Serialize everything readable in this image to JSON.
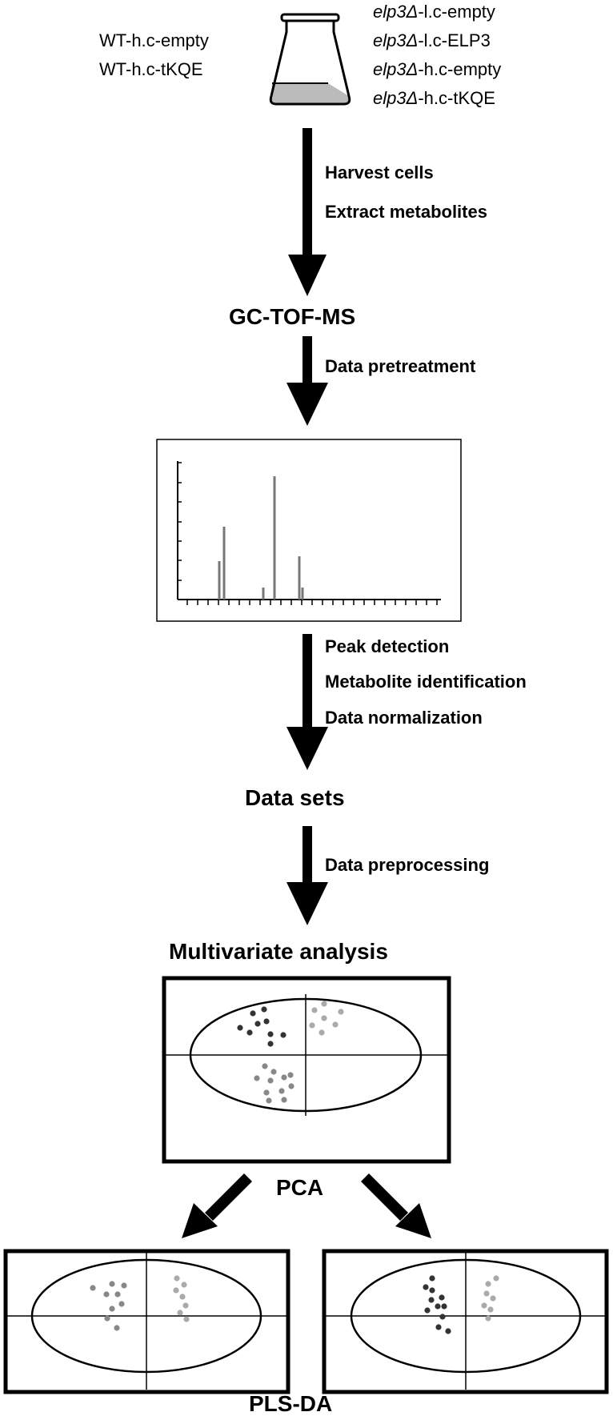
{
  "strains": {
    "left": [
      "WT-h.c-empty",
      "WT-h.c-tKQE"
    ],
    "right": [
      {
        "italic": "elp3Δ",
        "rest": "-l.c-empty"
      },
      {
        "italic": "elp3Δ",
        "rest": "-l.c-ELP3"
      },
      {
        "italic": "elp3Δ",
        "rest": "-h.c-empty"
      },
      {
        "italic": "elp3Δ",
        "rest": "-h.c-tKQE"
      }
    ]
  },
  "steps": {
    "harvest": "Harvest cells",
    "extract": "Extract metabolites",
    "pretreatment": "Data pretreatment",
    "peak_detection": "Peak detection",
    "metabolite_identification": "Metabolite identification",
    "normalization": "Data normalization",
    "preprocessing": "Data preprocessing"
  },
  "stages": {
    "gc": "GC-TOF-MS",
    "data_sets": "Data sets",
    "multivariate": "Multivariate analysis",
    "pca": "PCA",
    "plsda": "PLS-DA"
  },
  "colors": {
    "dark_group": "#333333",
    "mid_group": "#888888",
    "light_group": "#aaaaaa",
    "spectrum_peak": "#777777",
    "flask_liquid": "#bbbbbb"
  }
}
